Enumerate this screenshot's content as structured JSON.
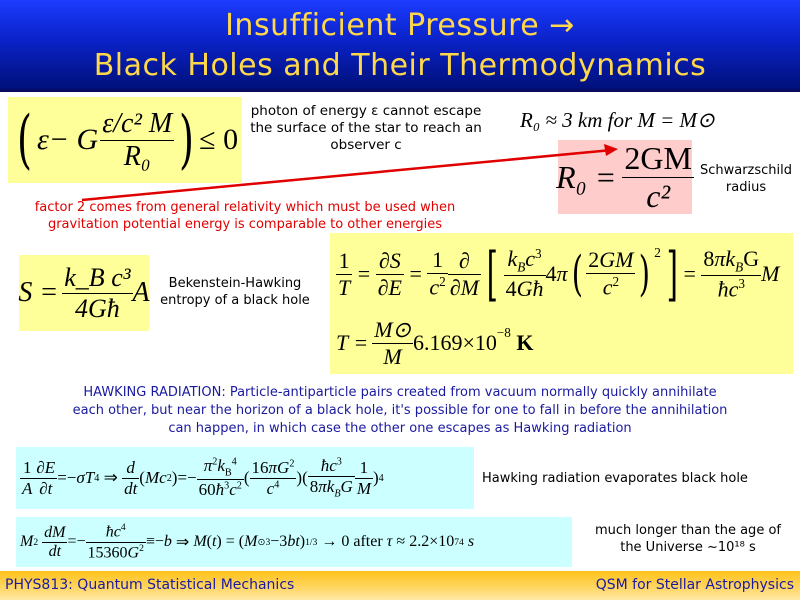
{
  "slide": {
    "title_line1": "Insufficient Pressure →",
    "title_line2": "Black Holes and Their Thermodynamics"
  },
  "escape_condition": {
    "epsilon": "ε",
    "minus_G": " − G",
    "numerator": "ε/c² M",
    "denominator": "R₀",
    "relation": "≤ 0",
    "note": "photon of energy  ε  cannot escape the surface of the star to reach an observer c"
  },
  "schwarzschild": {
    "approx": "R₀ ≈ 3 km for M = M⊙",
    "lhs": "R₀ =",
    "numerator": "2GM",
    "denominator": "c²",
    "label_line1": "Schwarzschild",
    "label_line2": "radius"
  },
  "factor_note": {
    "line1": "factor 2 comes from general relativity which must be used when",
    "line2": "gravitation potential energy is comparable to other energies"
  },
  "entropy": {
    "lhs": "S =",
    "numerator": "k_B c³",
    "denominator": "4Għ",
    "suffix": "A",
    "label_line1": "Bekenstein-Hawking",
    "label_line2": "entropy of a black hole"
  },
  "temperature": {
    "eq1": "1/T = ∂S/∂E = (1/c²) ∂/∂M [ (k_B c³ / 4Għ) 4π (2GM/c²)² ] = (8π k_B G / ħc³) M",
    "eq2_lhs": "T =",
    "eq2_num": "M⊙",
    "eq2_den": "M",
    "eq2_value": "6.169×10",
    "eq2_exp": "−8",
    "eq2_unit": "K"
  },
  "hawking_note": {
    "line1": "HAWKING RADIATION: Particle-antiparticle pairs created from vacuum normally quickly annihilate",
    "line2": "each other,  but near the horizon of a black hole, it's possible for one to fall in before the annihilation",
    "line3": "can happen, in which case the other one escapes as Hawking radiation"
  },
  "evaporation": {
    "equation": "(1/A) ∂E/∂t = −σT⁴ ⇒ d/dt(Mc²) = − (π²k_B⁴ / 60ħ³c²)(16πG²/c⁴)(ħc³/8πk_B G · 1/M)⁴",
    "label": "Hawking radiation evaporates black hole"
  },
  "lifetime": {
    "equation": "M² dM/dt = − ħc⁴ / 15360G² ≡ −b ⇒ M(t) = (M⊙³ − 3bt)^(1/3) → 0 after τ ≈ 2.2×10⁷⁴ s",
    "label_line1": "much longer than the age of",
    "label_line2": "the Universe  ~10¹⁸ s"
  },
  "footer": {
    "left": "PHYS813: Quantum Statistical Mechanics",
    "right": "QSM for Stellar Astrophysics"
  },
  "colors": {
    "title_bg": "#0a22c8",
    "title_text": "#ffd84a",
    "yellow_box": "#ffff99",
    "pink_box": "#ffcccc",
    "cyan_box": "#ccffff",
    "red_text": "#e00000",
    "blue_text": "#1a1aa0",
    "footer_bg": "#ffc21a"
  }
}
